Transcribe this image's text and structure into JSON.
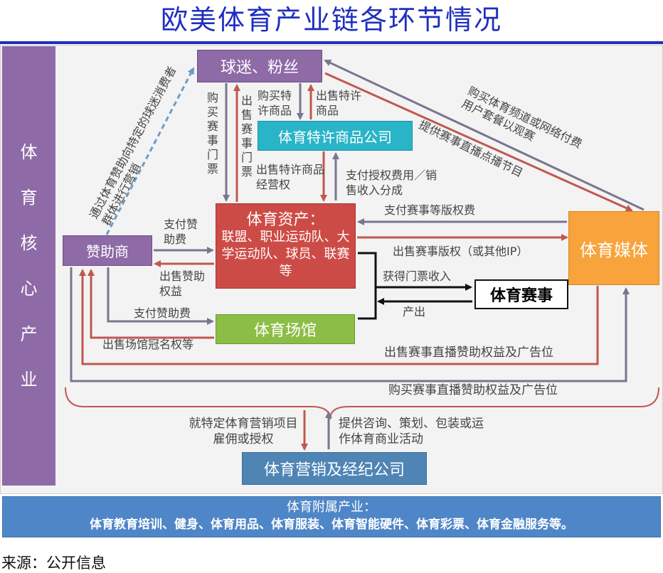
{
  "title": "欧美体育产业链各环节情况",
  "core_label": "体育核心产业",
  "nodes": {
    "fans": "球迷、粉丝",
    "licensed_goods_company": "体育特许商品公司",
    "sports_assets_title": "体育资产：",
    "sports_assets_body": "联盟、职业运动队、大学运动队、球员、联赛等",
    "sponsor": "赞助商",
    "sports_media": "体育媒体",
    "sports_event": "体育赛事",
    "sports_venue": "体育场馆",
    "marketing_agency": "体育营销及经纪公司"
  },
  "labels": {
    "buy_tickets": "购买赛事门票",
    "sell_tickets": "出售赛事门票",
    "buy_licensed": "购买特许商品",
    "sell_licensed": "出售特许商品",
    "sell_license_rights": "出售特许商品经营权",
    "license_fee": "支付授权费用／销售收入分成",
    "sponsor_marketing": "通过体育赞助向特定的球迷消费者群体进行营销",
    "media_buy_channel": "购买体育频道或网络付费用户套餐以观赛",
    "media_live_programs": "提供赛事直播点播节目",
    "pay_rights_fee": "支付赛事等版权费",
    "sell_rights": "出售赛事版权（或其他IP）",
    "pay_sponsor_fee_assets": "支付赞助费",
    "sell_sponsor_rights": "出售赞助权益",
    "ticket_revenue": "获得门票收入",
    "output": "产出",
    "pay_sponsor_fee_venue": "支付赞助费",
    "sell_naming_rights": "出售场馆冠名权等",
    "sell_broadcast_ads": "出售赛事直播赞助权益及广告位",
    "buy_broadcast_ads": "购买赛事直播赞助权益及广告位",
    "hire_agency": "就特定体育营销项目雇佣或授权",
    "agency_services": "提供咨询、策划、包装或运作体育商业活动"
  },
  "affiliated": {
    "title": "体育附属产业：",
    "items": "体育教育培训、健身、体育用品、体育服装、体育智能硬件、体育彩票、体育金融服务等。"
  },
  "source": "来源：公开信息",
  "colors": {
    "title": "#1f2fbf",
    "purple": "#8e6aa6",
    "teal": "#29b4c7",
    "red": "#cd4b46",
    "orange": "#f8a33c",
    "green": "#8cbd47",
    "blue": "#4f85b5",
    "arrow_gray": "#7a7590",
    "arrow_red": "#c0584f"
  }
}
